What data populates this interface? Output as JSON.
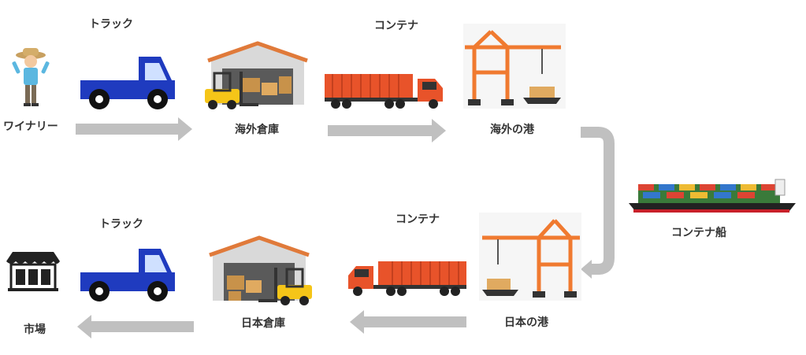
{
  "labels": {
    "winery": "ワイナリー",
    "truck_top": "トラック",
    "overseas_warehouse": "海外倉庫",
    "container_top": "コンテナ",
    "overseas_port": "海外の港",
    "container_ship": "コンテナ船",
    "japan_port": "日本の港",
    "container_bottom": "コンテナ",
    "japan_warehouse": "日本倉庫",
    "truck_bottom": "トラック",
    "market": "市場"
  },
  "colors": {
    "arrow": "#c0c0c0",
    "truck_blue": "#1f3bbf",
    "container_orange": "#e8532a",
    "crane_orange": "#f07a30",
    "warehouse_roof": "#e07a3a",
    "forklift_yellow": "#f5c518",
    "ship_red": "#c8202a"
  },
  "icons": {
    "farmer": "farmer-icon",
    "truck": "pickup-truck-icon",
    "warehouse": "warehouse-forklift-icon",
    "container_truck": "container-truck-icon",
    "port": "port-crane-icon",
    "ship": "container-ship-icon",
    "shop": "shop-icon"
  }
}
